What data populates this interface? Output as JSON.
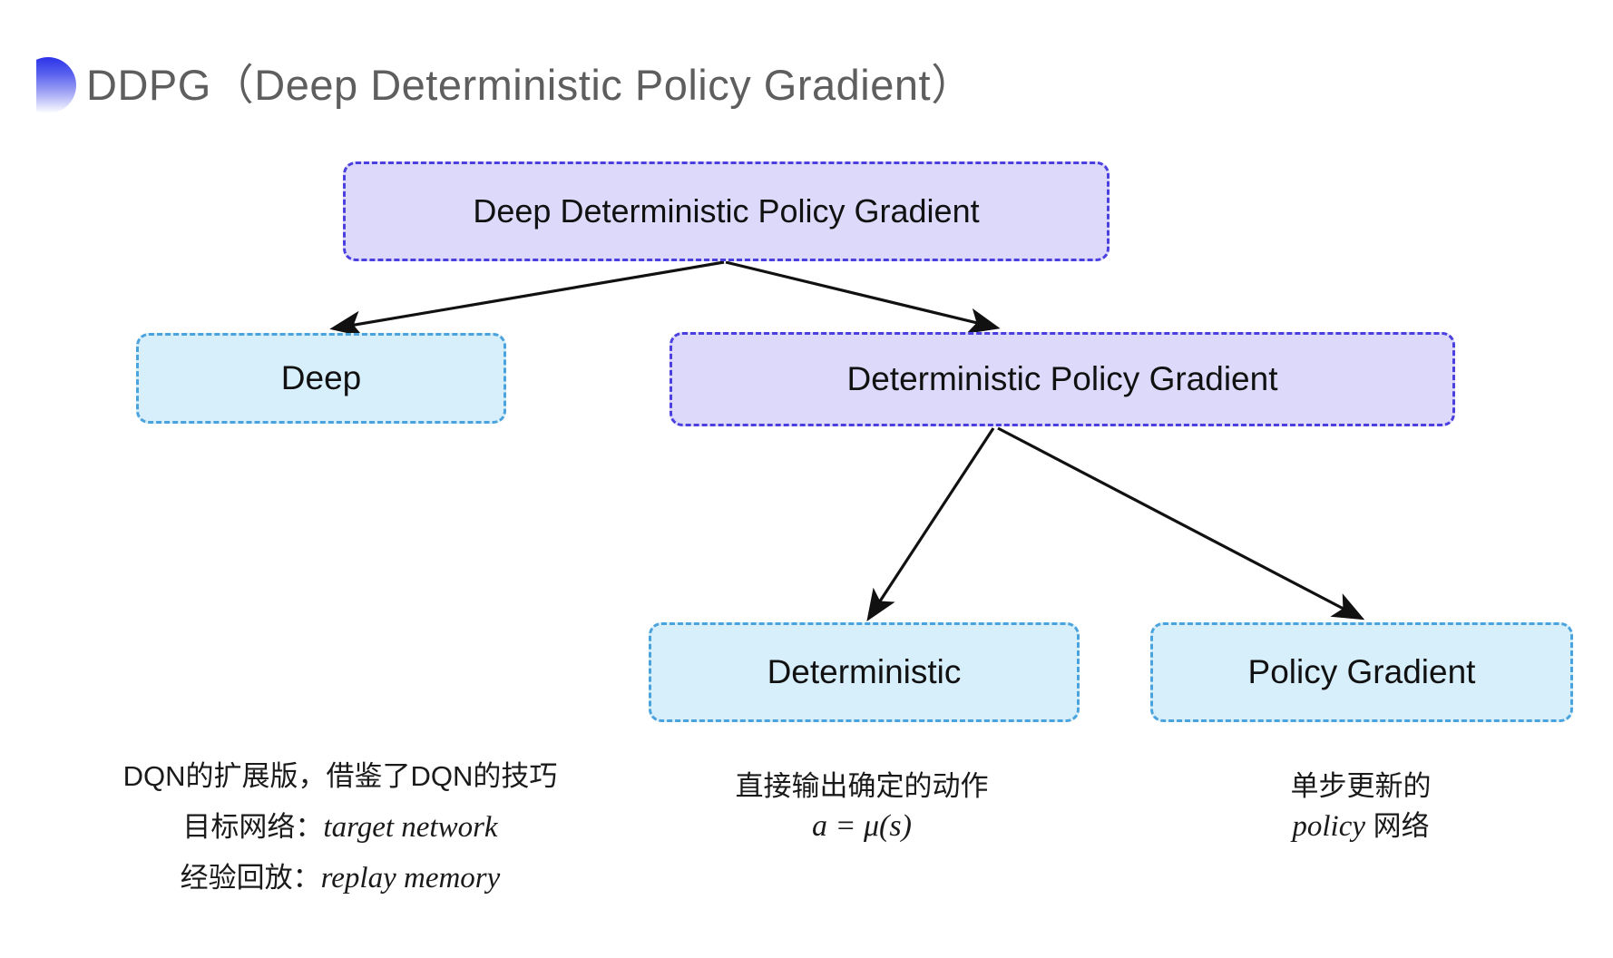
{
  "slide": {
    "title": "DDPG（Deep Deterministic Policy Gradient）",
    "bullet_color": "#2b33e8",
    "background": "#ffffff"
  },
  "colors": {
    "purple_fill": "#dcd9fb",
    "purple_border": "#4b3fe0",
    "blue_fill": "#d7eefb",
    "blue_border": "#4aa3dd",
    "arrow": "#111111",
    "title_text": "#5e5e5e"
  },
  "diagram": {
    "nodes": [
      {
        "id": "ddpg",
        "label": "Deep Deterministic Policy Gradient",
        "style": "purple"
      },
      {
        "id": "deep",
        "label": "Deep",
        "style": "blue"
      },
      {
        "id": "dpg",
        "label": "Deterministic Policy Gradient",
        "style": "purple"
      },
      {
        "id": "det",
        "label": "Deterministic",
        "style": "blue"
      },
      {
        "id": "pg",
        "label": "Policy Gradient",
        "style": "blue"
      }
    ],
    "edges": [
      {
        "from": "ddpg",
        "to": "deep"
      },
      {
        "from": "ddpg",
        "to": "dpg"
      },
      {
        "from": "dpg",
        "to": "det"
      },
      {
        "from": "dpg",
        "to": "pg"
      }
    ]
  },
  "annotations": {
    "deep": {
      "line1": "DQN的扩展版，借鉴了DQN的技巧",
      "line2_label": "目标网络：",
      "line2_value": "target network",
      "line3_label": "经验回放：",
      "line3_value": "replay memory"
    },
    "deterministic": {
      "line1": "直接输出确定的动作",
      "formula": "a = μ(s)"
    },
    "policy_gradient": {
      "line1": "单步更新的",
      "line2_value": "policy",
      "line2_suffix": " 网络"
    }
  }
}
